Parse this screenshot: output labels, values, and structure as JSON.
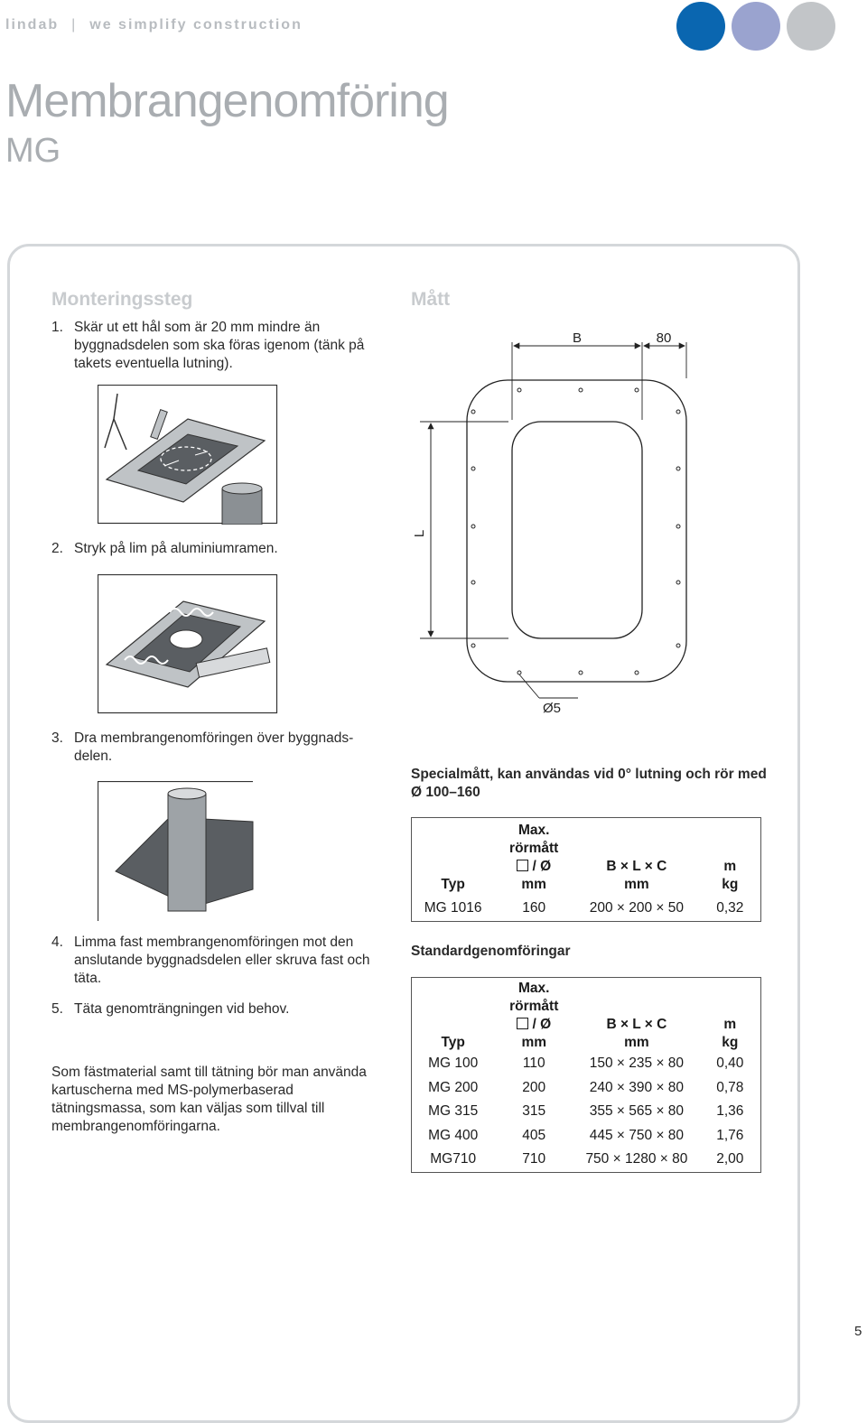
{
  "header": {
    "brand_name": "lindab",
    "brand_separator": "|",
    "slogan": "we simplify construction",
    "dots": [
      {
        "name": "blue-dot",
        "color": "#0a66b0"
      },
      {
        "name": "lavender-dot",
        "color": "#9aa3cf"
      },
      {
        "name": "grey-dot",
        "color": "#c2c5c8"
      }
    ]
  },
  "title": "Membrangenomföring",
  "subtitle": "MG",
  "montering": {
    "heading": "Monteringssteg",
    "steps": [
      {
        "num": "1.",
        "text": "Skär ut ett hål som är 20 mm mindre än byggnadsdelen som ska föras igenom (tänk på takets eventuella lutning)."
      },
      {
        "num": "2.",
        "text": "Stryk på lim på aluminiumramen."
      },
      {
        "num": "3.",
        "text": "Dra membrangenomföringen över byggnads-delen."
      },
      {
        "num": "4.",
        "text": "Limma fast membrangenomföringen mot den anslutande byggnadsdelen eller skruva fast och täta."
      },
      {
        "num": "5.",
        "text": "Täta genomträngningen vid behov."
      }
    ],
    "note": "Som fästmaterial samt till tätning bör man använda kartuscherna med MS-polymerbaserad tätningsmassa, som kan väljas som tillval till membrangenomföringarna."
  },
  "matt": {
    "heading": "Mått",
    "diagram_labels": {
      "b": "B",
      "eighty": "80",
      "l": "L",
      "hole": "Ø5"
    }
  },
  "special": {
    "title": "Specialmått, kan användas vid 0° lutning och rör med Ø 100–160",
    "headers": {
      "typ": "Typ",
      "max_1": "Max.",
      "max_2": "rörmått",
      "max_3": "/ Ø",
      "max_4": "mm",
      "blc_1": "B × L × C",
      "blc_2": "mm",
      "m_1": "m",
      "m_2": "kg"
    },
    "rows": [
      {
        "typ": "MG 1016",
        "max": "160",
        "blc": "200 × 200 × 50",
        "m": "0,32"
      }
    ]
  },
  "standard": {
    "title": "Standardgenomföringar",
    "headers": {
      "typ": "Typ",
      "max_1": "Max.",
      "max_2": "rörmått",
      "max_3": "/ Ø",
      "max_4": "mm",
      "blc_1": "B × L × C",
      "blc_2": "mm",
      "m_1": "m",
      "m_2": "kg"
    },
    "rows": [
      {
        "typ": "MG 100",
        "max": "110",
        "blc": "150 × 235 × 80",
        "m": "0,40"
      },
      {
        "typ": "MG 200",
        "max": "200",
        "blc": "240 × 390 × 80",
        "m": "0,78"
      },
      {
        "typ": "MG 315",
        "max": "315",
        "blc": "355 × 565 × 80",
        "m": "1,36"
      },
      {
        "typ": "MG 400",
        "max": "405",
        "blc": "445 × 750 × 80",
        "m": "1,76"
      },
      {
        "typ": "MG710",
        "max": "710",
        "blc": "750 × 1280 × 80",
        "m": "2,00"
      }
    ]
  },
  "page_number": "5"
}
